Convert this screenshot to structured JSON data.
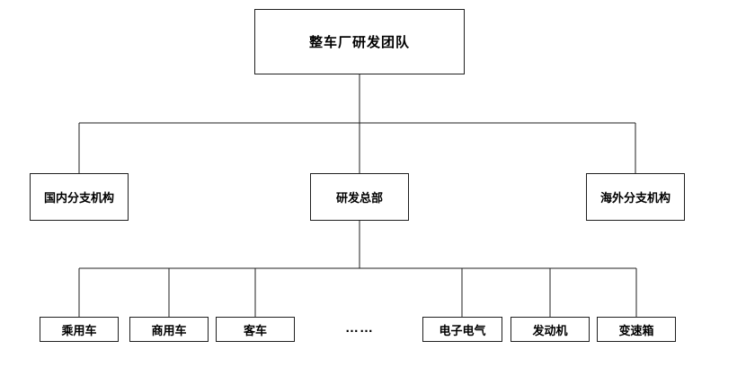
{
  "diagram": {
    "root": {
      "label": "整车厂研发团队"
    },
    "level2": {
      "domestic": {
        "label": "国内分支机构"
      },
      "hq": {
        "label": "研发总部"
      },
      "overseas": {
        "label": "海外分支机构"
      }
    },
    "level3": {
      "passenger": {
        "label": "乘用车"
      },
      "commercial": {
        "label": "商用车"
      },
      "bus": {
        "label": "客车"
      },
      "ellipsis": {
        "label": "……"
      },
      "electronics": {
        "label": "电子电气"
      },
      "engine": {
        "label": "发动机"
      },
      "gearbox": {
        "label": "变速箱"
      }
    },
    "colors": {
      "line": "#1f1f1f",
      "box_border": "#1f1f1f",
      "background": "#ffffff",
      "text": "#000000"
    }
  }
}
